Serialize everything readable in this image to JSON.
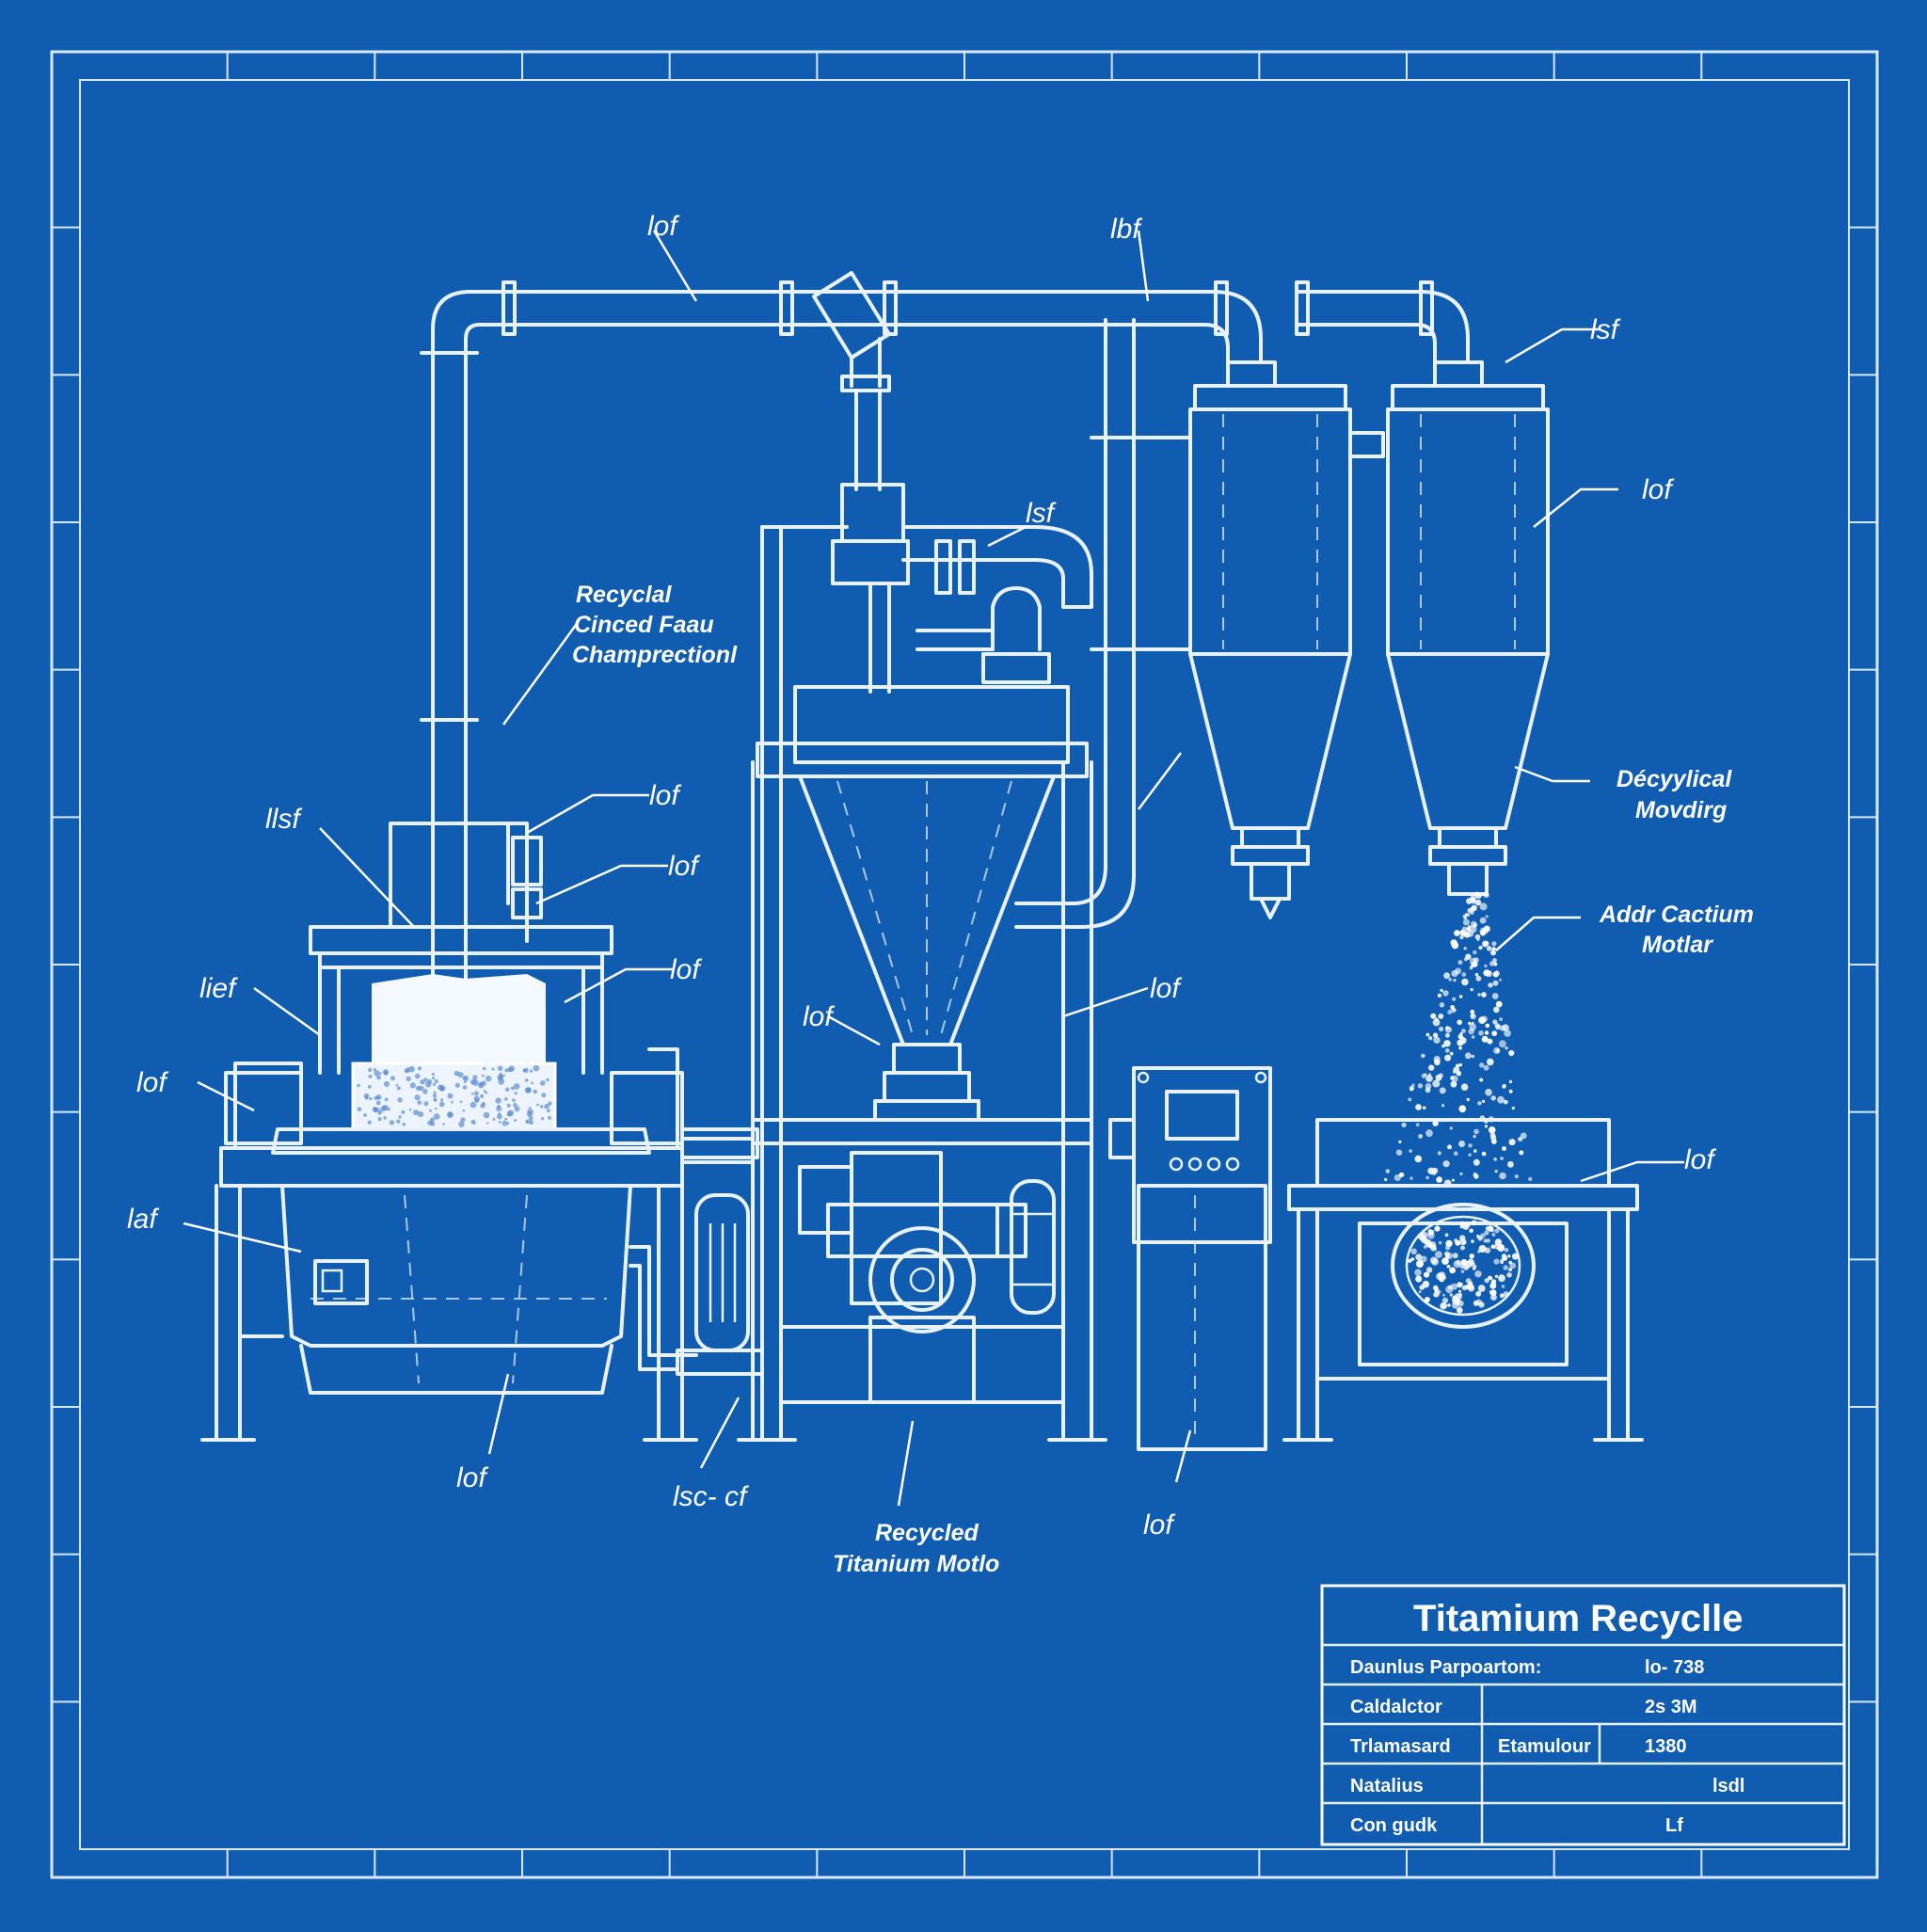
{
  "colors": {
    "background": "#0f5cb0",
    "line": "#e8f2ff"
  },
  "callouts": {
    "crushed_feed": [
      "Recyclal",
      "Cinced Faau",
      "Champrectionl"
    ],
    "recycled_titanium": [
      "Recycled",
      "Titanium Motlo"
    ],
    "decyclical_moving": [
      "Décyylical",
      "Movdirg"
    ],
    "addr_cactium": [
      "Addr Cactium",
      "Motlar"
    ]
  },
  "refs": {
    "pipe_top_left": "lof",
    "pipe_top_right": "lbf",
    "cyclone_top": "lsf",
    "cyclone_body": "lof",
    "valve": "lsf",
    "chimney_a": "lof",
    "chimney_b": "lof",
    "left_a": "llsf",
    "left_b": "lief",
    "left_c": "lof",
    "left_d": "laf",
    "left_e": "lof",
    "hopper_left": "lof",
    "hopper_right": "lof",
    "bottom_a": "lof",
    "bottom_b": "lsc- cf",
    "bottom_c": "lof",
    "receiver": "lof"
  },
  "title_block": {
    "title": "Titamium Recyclle",
    "rows": [
      {
        "label": "Daunlus Parpoartom:",
        "mid": "",
        "value": "lo- 738"
      },
      {
        "label": "Caldalctor",
        "mid": "",
        "value": "2s 3M"
      },
      {
        "label": "Trlamasard",
        "mid": "Etamulour",
        "value": "1380"
      },
      {
        "label": "Natalius",
        "mid": "",
        "value": "lsdl"
      },
      {
        "label": "Con gudk",
        "mid": "",
        "value": "Lf"
      }
    ]
  }
}
